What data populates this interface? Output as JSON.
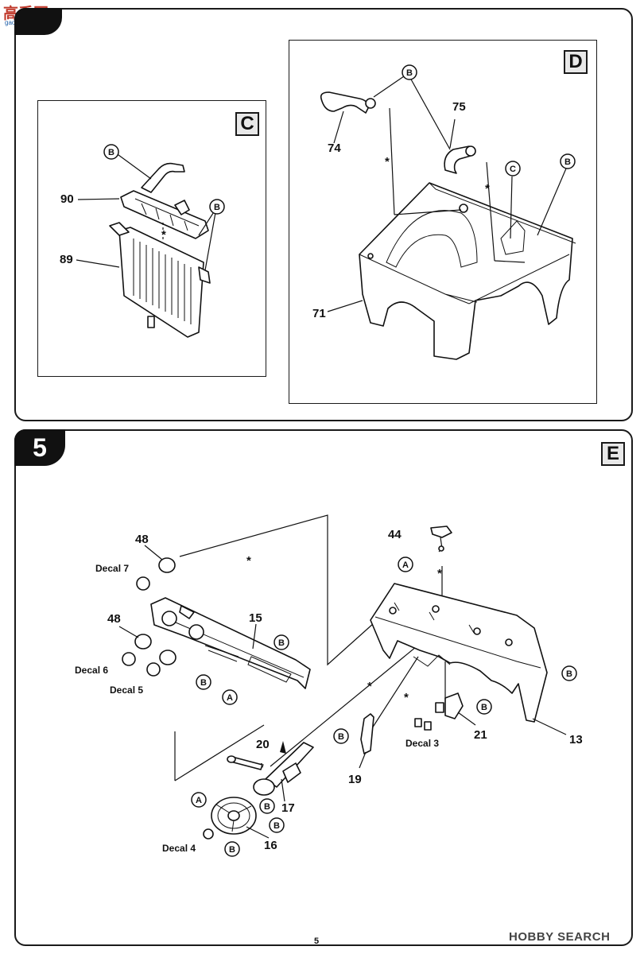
{
  "watermark": {
    "cn": "高手网",
    "url": "gao-shou.com"
  },
  "top_section": {
    "panel_c": {
      "letter": "C",
      "labels": {
        "part90": "90",
        "part89": "89",
        "b1": "B",
        "b2": "B"
      }
    },
    "panel_d": {
      "letter": "D",
      "labels": {
        "part74": "74",
        "part75": "75",
        "part71": "71",
        "b1": "B",
        "b2": "B",
        "c1": "C"
      }
    }
  },
  "step5": {
    "step_number": "5",
    "section_letter": "E",
    "labels": {
      "p48a": "48",
      "p48b": "48",
      "p15": "15",
      "p44": "44",
      "p20": "20",
      "p17": "17",
      "p16": "16",
      "p19": "19",
      "p21": "21",
      "p13": "13",
      "decal7": "Decal 7",
      "decal6": "Decal 6",
      "decal5": "Decal 5",
      "decal4": "Decal 4",
      "decal3": "Decal 3"
    },
    "callouts": {
      "a": "A",
      "b": "B"
    }
  },
  "footer": {
    "page_number": "5",
    "brand": "HOBBY SEARCH"
  }
}
